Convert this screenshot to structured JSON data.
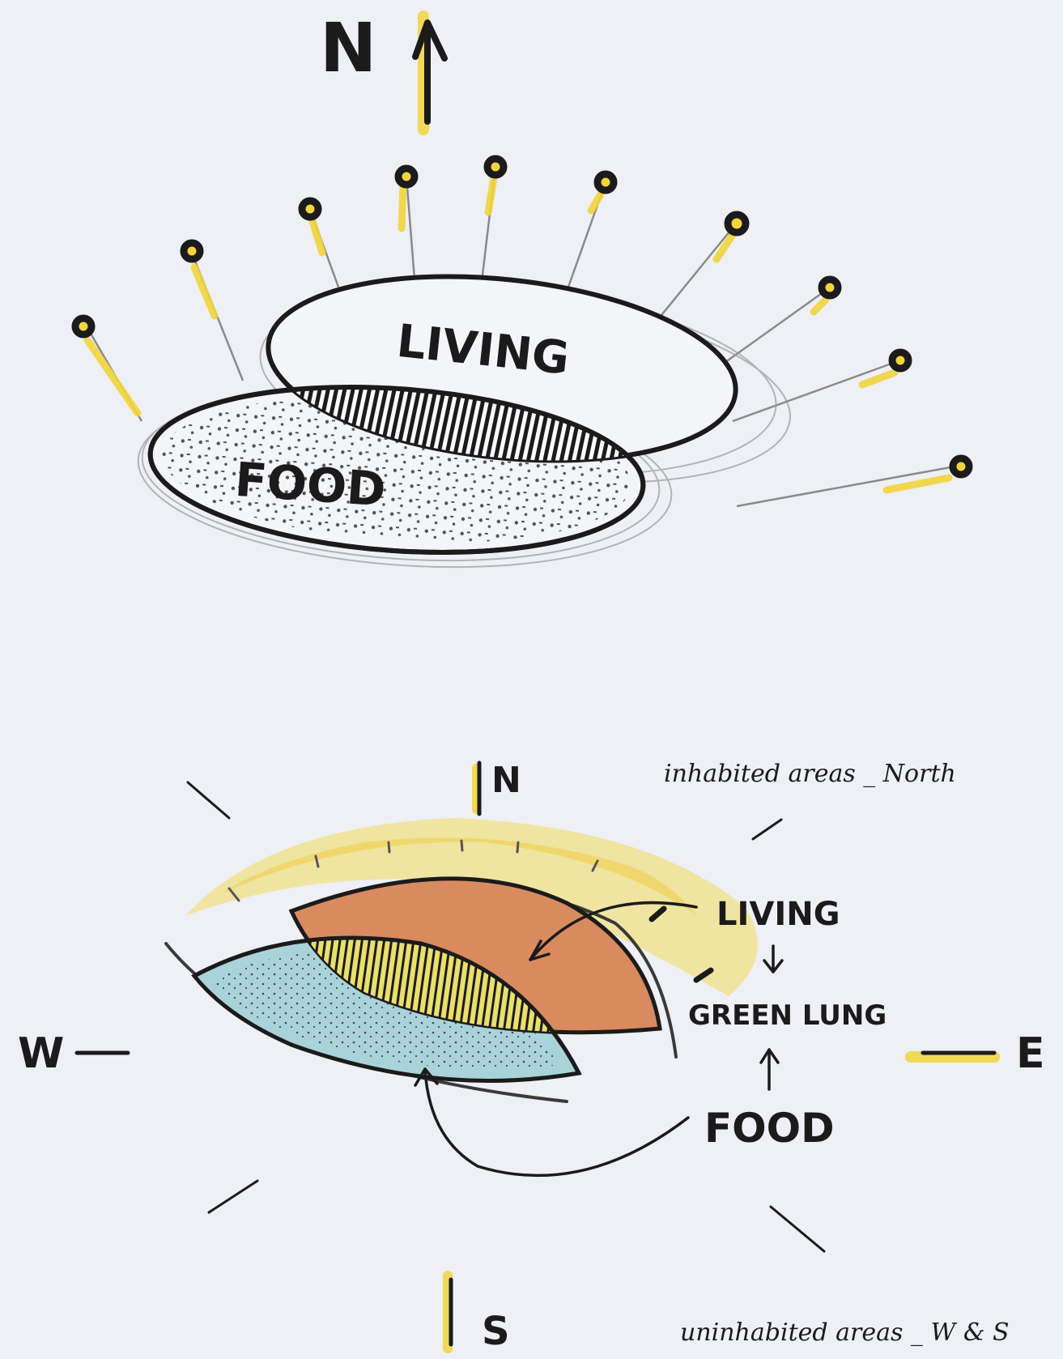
{
  "top_sketch": {
    "north_label": "N",
    "zones": {
      "living": "LIVING",
      "food": "FOOD"
    }
  },
  "bottom_sketch": {
    "compass": {
      "north": "N",
      "south": "S",
      "west": "W",
      "east": "E"
    },
    "labels": {
      "living": "LIVING",
      "green_lung": "GREEN LUNG",
      "food": "FOOD"
    },
    "notes": {
      "inhabited": "inhabited areas _ North",
      "uninhabited": "uninhabited areas _ W & S"
    }
  },
  "colors": {
    "paper": "#eef0f5",
    "ink": "#1b1b1b",
    "highlight_yellow": "#f2d53c",
    "living_orange": "#d98a5f",
    "food_blue": "#a9d3d8",
    "pencil_grey": "#8a8a8a"
  }
}
